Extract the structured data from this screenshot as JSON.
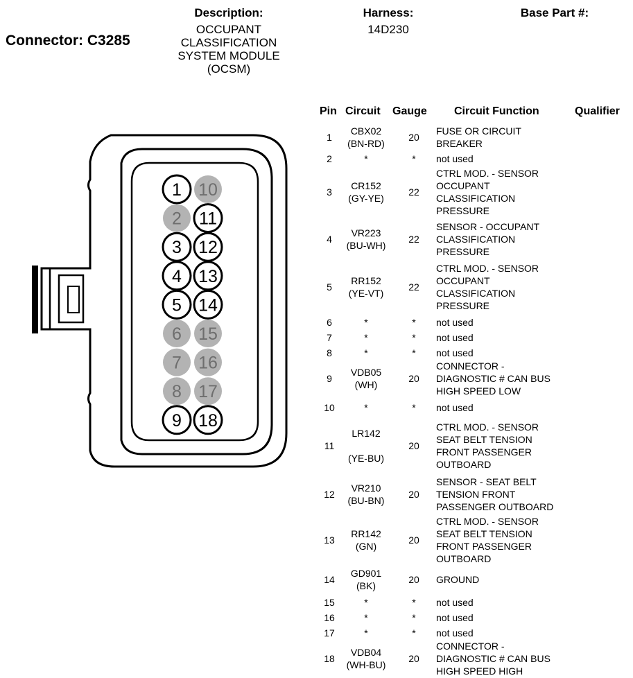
{
  "header": {
    "connector_title": "Connector: C3285",
    "description_label": "Description:",
    "description_value": "OCCUPANT\nCLASSIFICATION\nSYSTEM MODULE\n(OCSM)",
    "harness_label": "Harness:",
    "harness_value": "14D230",
    "base_part_label": "Base Part #:"
  },
  "table": {
    "headers": {
      "pin": "Pin",
      "circuit": "Circuit",
      "gauge": "Gauge",
      "function": "Circuit Function",
      "qualifier": "Qualifier"
    },
    "rows": [
      {
        "pin": "1",
        "circuit": "CBX02\n(BN-RD)",
        "gauge": "20",
        "function": "FUSE OR CIRCUIT\nBREAKER"
      },
      {
        "pin": "2",
        "circuit": "*",
        "gauge": "*",
        "function": "not used"
      },
      {
        "pin": "3",
        "circuit": "CR152\n(GY-YE)",
        "gauge": "22",
        "function": "CTRL MOD. - SENSOR\nOCCUPANT\nCLASSIFICATION\nPRESSURE"
      },
      {
        "pin": "4",
        "circuit": "VR223\n(BU-WH)",
        "gauge": "22",
        "function": "SENSOR - OCCUPANT\nCLASSIFICATION\nPRESSURE"
      },
      {
        "pin": "5",
        "circuit": "RR152\n(YE-VT)",
        "gauge": "22",
        "function": "CTRL MOD. - SENSOR\nOCCUPANT\nCLASSIFICATION\nPRESSURE"
      },
      {
        "pin": "6",
        "circuit": "*",
        "gauge": "*",
        "function": "not used"
      },
      {
        "pin": "7",
        "circuit": "*",
        "gauge": "*",
        "function": "not used"
      },
      {
        "pin": "8",
        "circuit": "*",
        "gauge": "*",
        "function": "not used"
      },
      {
        "pin": "9",
        "circuit": "VDB05\n(WH)",
        "gauge": "20",
        "function": "CONNECTOR -\nDIAGNOSTIC # CAN BUS\nHIGH SPEED LOW"
      },
      {
        "pin": "10",
        "circuit": "*",
        "gauge": "*",
        "function": "not used"
      },
      {
        "pin": "11",
        "circuit": "LR142\n\n(YE-BU)",
        "gauge": "20",
        "function": "CTRL MOD. - SENSOR\nSEAT BELT TENSION\nFRONT PASSENGER\nOUTBOARD"
      },
      {
        "pin": "12",
        "circuit": "VR210\n(BU-BN)",
        "gauge": "20",
        "function": "SENSOR - SEAT BELT\nTENSION FRONT\nPASSENGER OUTBOARD"
      },
      {
        "pin": "13",
        "circuit": "RR142\n(GN)",
        "gauge": "20",
        "function": "CTRL MOD. - SENSOR\nSEAT BELT TENSION\nFRONT PASSENGER\nOUTBOARD"
      },
      {
        "pin": "14",
        "circuit": "GD901\n(BK)",
        "gauge": "20",
        "function": "GROUND"
      },
      {
        "pin": "15",
        "circuit": "*",
        "gauge": "*",
        "function": "not used"
      },
      {
        "pin": "16",
        "circuit": "*",
        "gauge": "*",
        "function": "not used"
      },
      {
        "pin": "17",
        "circuit": "*",
        "gauge": "*",
        "function": "not used"
      },
      {
        "pin": "18",
        "circuit": "VDB04\n(WH-BU)",
        "gauge": "20",
        "function": "CONNECTOR -\nDIAGNOSTIC # CAN BUS\nHIGH SPEED HIGH"
      }
    ]
  },
  "diagram": {
    "pins_left": [
      {
        "label": "1",
        "used": true
      },
      {
        "label": "2",
        "used": false
      },
      {
        "label": "3",
        "used": true
      },
      {
        "label": "4",
        "used": true
      },
      {
        "label": "5",
        "used": true
      },
      {
        "label": "6",
        "used": false
      },
      {
        "label": "7",
        "used": false
      },
      {
        "label": "8",
        "used": false
      },
      {
        "label": "9",
        "used": true
      }
    ],
    "pins_right": [
      {
        "label": "10",
        "used": false
      },
      {
        "label": "11",
        "used": true
      },
      {
        "label": "12",
        "used": true
      },
      {
        "label": "13",
        "used": true
      },
      {
        "label": "14",
        "used": true
      },
      {
        "label": "15",
        "used": false
      },
      {
        "label": "16",
        "used": false
      },
      {
        "label": "17",
        "used": false
      },
      {
        "label": "18",
        "used": true
      }
    ],
    "colors": {
      "outline": "#000000",
      "unused_fill": "#b3b3b3",
      "unused_text": "#6e6e6e",
      "used_fill": "#ffffff"
    }
  }
}
